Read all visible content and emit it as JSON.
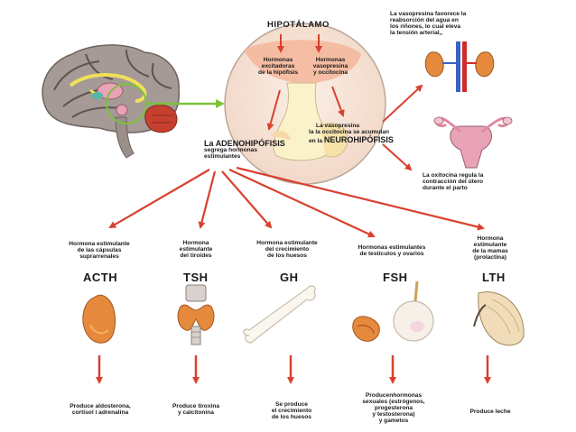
{
  "top": {
    "hypothalamus": "HIPOTÁLAMO",
    "hyp_excit": [
      "Hormonas",
      "excitadoras",
      "de la hipófisis"
    ],
    "hyp_vaso": [
      "Hormonas",
      "vasopresina",
      "y occitocina"
    ],
    "neuro_note": [
      "La vasopresina",
      "la la occitocina se acumulan"
    ],
    "neuro_prefix": "en la",
    "neuro_name": "NEUROHIPÓFISIS",
    "adeno_prefix": "La",
    "adeno_name": "ADENOHIPÓFISIS",
    "adeno_sub": [
      "segrega hormonas",
      "estimulantes"
    ],
    "vaso_effect": [
      "La vasopresina favorece la",
      "reabsorción del agua en",
      "los riñones, lo cual eleva",
      "la tensión arterial,,"
    ],
    "oxy_effect": [
      "La oxitocina regula la",
      "contracción del útero",
      "durante el parto"
    ]
  },
  "hormones": [
    {
      "desc": [
        "Hormona estimulante",
        "de las cápsulas",
        "suprarrenales"
      ],
      "code": "ACTH",
      "effect": [
        "Produce aldosterona,",
        "cortisol i adrenalina"
      ]
    },
    {
      "desc": [
        "Hormona",
        "estimulante",
        "del tiroides"
      ],
      "code": "TSH",
      "effect": [
        "Produce tiroxina",
        "y calcitonina"
      ]
    },
    {
      "desc": [
        "Hormona estimulante",
        "del crecimiento",
        "de los huesos"
      ],
      "code": "GH",
      "effect": [
        "Se produce",
        "el crecimiento",
        "de los huesos"
      ]
    },
    {
      "desc": [
        "Hormonas estimulantes",
        "de testículos y ovarios"
      ],
      "code": "FSH",
      "effect": [
        "Producenhormonas",
        "sexuales (estrógenos,",
        "progesterona",
        "y testosterona)",
        "y gametos"
      ]
    },
    {
      "desc": [
        "Hormona",
        "estimulante",
        "de la mamas",
        "(prolactina)"
      ],
      "code": "LTH",
      "effect": [
        "Produce leche"
      ]
    }
  ],
  "colors": {
    "arrow": "#d8412e",
    "green_arrow": "#7dc23a",
    "circle_bg": "#f7e6dc",
    "gland_orange": "#e58a3c",
    "brain_gray": "#9b8f8a",
    "pink": "#e8a3b6"
  }
}
